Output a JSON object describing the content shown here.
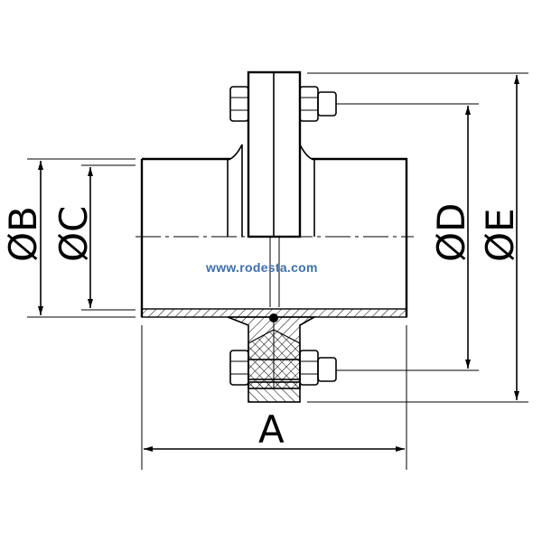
{
  "drawing": {
    "dimensions": {
      "A": "A",
      "B": "ØB",
      "C": "ØC",
      "D": "ØD",
      "E": "ØE"
    },
    "watermark": "www.rodesta.com",
    "colors": {
      "line": "#000000",
      "watermark": "#3f6fb0",
      "background": "#ffffff"
    }
  }
}
